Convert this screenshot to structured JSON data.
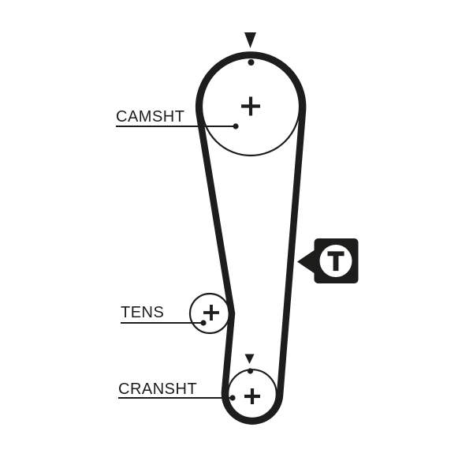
{
  "colors": {
    "background": "#ffffff",
    "ink": "#1d1d1b"
  },
  "diagram": {
    "type": "timing-belt-routing",
    "labels": {
      "camshaft": "CAMSHT",
      "tensioner": "TENS",
      "crankshaft": "CRANSHT",
      "timing_mark": "T"
    },
    "components": [
      {
        "name": "camshaft-pulley",
        "label": "CAMSHT",
        "marks": [
          "center-plus",
          "timing-dot",
          "down-arrow"
        ]
      },
      {
        "name": "tensioner-pulley",
        "label": "TENS",
        "marks": [
          "center-plus"
        ]
      },
      {
        "name": "crankshaft-pulley",
        "label": "CRANSHT",
        "marks": [
          "center-plus",
          "timing-dot",
          "down-arrow"
        ]
      },
      {
        "name": "timing-mark-callout",
        "label": "T",
        "marks": [
          "left-arrow"
        ]
      }
    ]
  }
}
